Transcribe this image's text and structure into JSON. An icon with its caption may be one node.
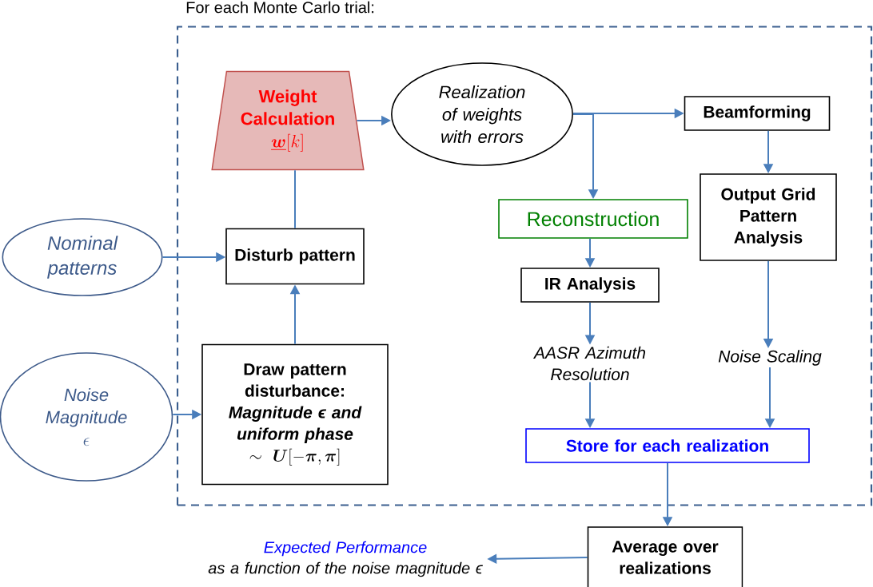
{
  "diagram": {
    "nodes": [
      {
        "text": [
          "For each Monte Carlo trial:"
        ]
      },
      {
        "text": [
          "Weight Calculation",
          "\\underline{\\boldsymbol{w}}[k]"
        ],
        "in": 0
      },
      {
        "text": [
          "Realization of weights with errors"
        ],
        "in": 0
      },
      {
        "text": [
          "Beamforming"
        ],
        "in": 0
      },
      {
        "text": [
          "Reconstruction"
        ],
        "in": 0
      },
      {
        "text": [
          "Output Grid Pattern Analysis"
        ],
        "in": 0
      },
      {
        "text": [
          "Nominal patterns"
        ]
      },
      {
        "text": [
          "Disturb pattern"
        ],
        "in": 0
      },
      {
        "text": [
          "IR Analysis"
        ],
        "in": 0
      },
      {
        "text": [
          "AASR Azimuth Resolution"
        ],
        "in": 0
      },
      {
        "text": [
          "Noise Scaling"
        ],
        "in": 0
      },
      {
        "text": [
          "Noise Magnitude",
          "\\epsilon"
        ]
      },
      {
        "text": [
          "Draw pattern disturbance:",
          "Magnitude ϵ and uniform phase",
          "\\sim \\boldsymbol{U}[-\\boldsymbol{\\pi},\\boldsymbol{\\pi}]"
        ],
        "in": 0
      },
      {
        "text": [
          "Store for each realization"
        ],
        "in": 0
      },
      {
        "text": [
          "Average over realizations"
        ]
      },
      {
        "text": [
          "Expected Performance",
          "as a function of the noise magnitude ϵ"
        ]
      }
    ],
    "edges": [
      {
        "from": 1,
        "to": 2,
        "arrow": "to"
      },
      {
        "from": 2,
        "to": 3,
        "arrow": "to"
      },
      {
        "from": 2,
        "to": 4,
        "arrow": "to"
      },
      {
        "from": 6,
        "to": 7,
        "arrow": "to"
      },
      {
        "from": 7,
        "to": 1,
        "arrow": "none"
      },
      {
        "from": 11,
        "to": 12,
        "arrow": "to"
      },
      {
        "from": 12,
        "to": 7,
        "arrow": "to"
      },
      {
        "from": 3,
        "to": 5,
        "arrow": "to"
      },
      {
        "from": 4,
        "to": 8,
        "arrow": "to"
      },
      {
        "from": 8,
        "to": 9,
        "arrow": "to"
      },
      {
        "from": 5,
        "to": 10,
        "arrow": "to"
      },
      {
        "from": 9,
        "to": 13,
        "arrow": "to"
      },
      {
        "from": 10,
        "to": 13,
        "arrow": "to"
      },
      {
        "from": 13,
        "to": 14,
        "arrow": "to"
      },
      {
        "from": 14,
        "to": 15,
        "arrow": "to"
      }
    ]
  }
}
